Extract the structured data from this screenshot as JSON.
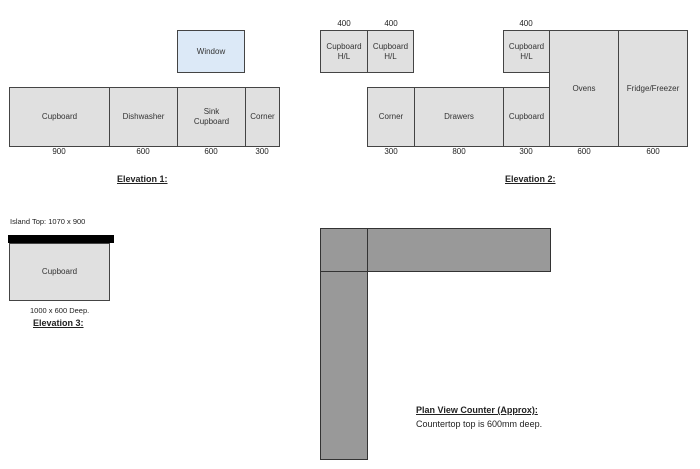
{
  "elevation1": {
    "title": "Elevation 1:",
    "window": "Window",
    "units": [
      {
        "label": "Cupboard",
        "width": "900"
      },
      {
        "label": "Dishwasher",
        "width": "600"
      },
      {
        "label": "Sink\nCupboard",
        "width": "600"
      },
      {
        "label": "Corner",
        "width": "300"
      }
    ]
  },
  "elevation2": {
    "title": "Elevation 2:",
    "wall_units": [
      {
        "label": "Cupboard\nH/L",
        "width": "400"
      },
      {
        "label": "Cupboard\nH/L",
        "width": "400"
      },
      {
        "label": "Cupboard\nH/L",
        "width": "400"
      }
    ],
    "base_units": [
      {
        "label": "Corner",
        "width": "300"
      },
      {
        "label": "Drawers",
        "width": "800"
      },
      {
        "label": "Cupboard",
        "width": "300"
      }
    ],
    "tall_units": [
      {
        "label": "Ovens",
        "width": "600"
      },
      {
        "label": "Fridge/Freezer",
        "width": "600"
      }
    ]
  },
  "elevation3": {
    "title": "Elevation 3:",
    "island_top": "Island Top: 1070 x 900",
    "unit": "Cupboard",
    "size": "1000 x 600 Deep."
  },
  "plan": {
    "title": "Plan View Counter (Approx):",
    "note": "Countertop top is 600mm deep."
  }
}
